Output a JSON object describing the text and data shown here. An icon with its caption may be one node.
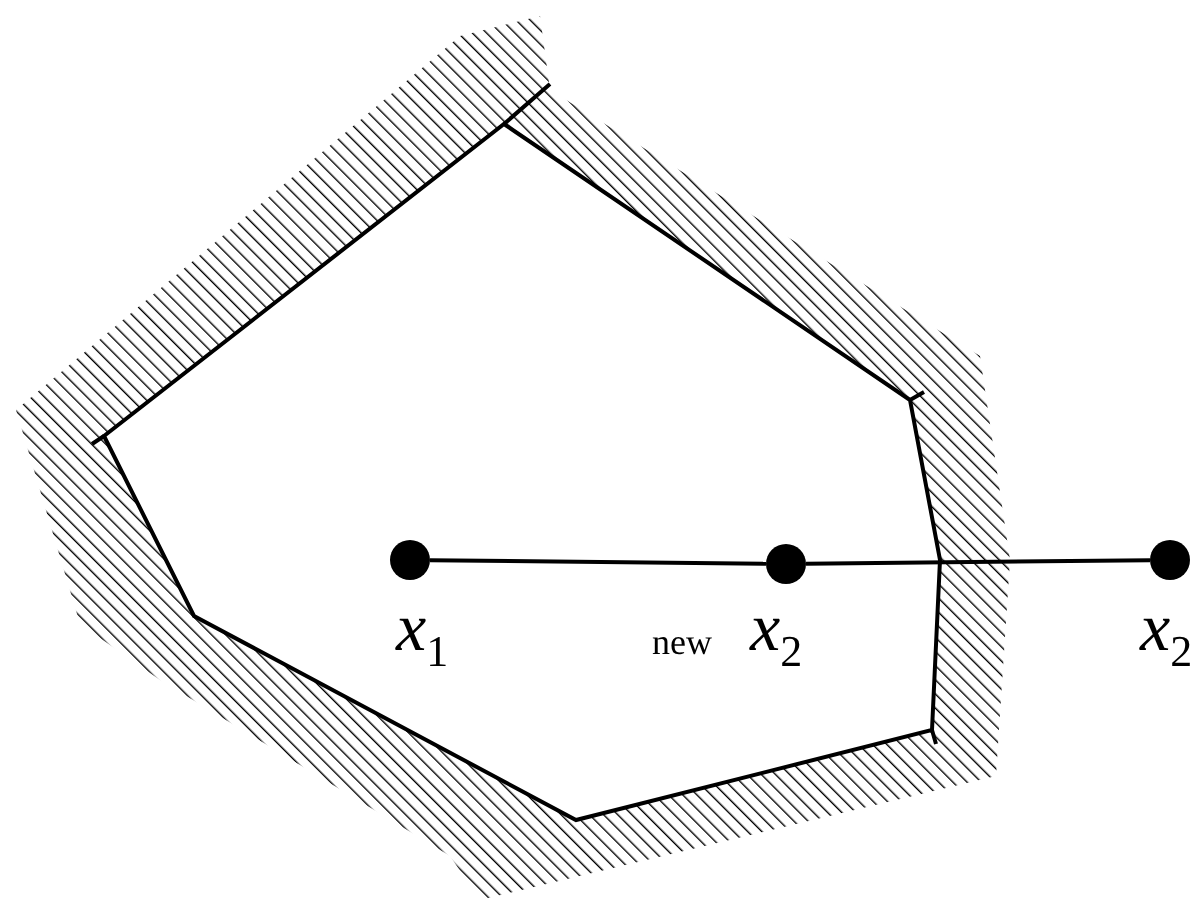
{
  "diagram": {
    "nodes": [
      {
        "text": [],
        "shape": "circle",
        "beside": [
          "*x*$_{1}$"
        ]
      },
      {
        "text": [],
        "shape": "circle",
        "beside": [
          "new",
          "*x*$_{2}$"
        ]
      },
      {
        "text": [],
        "shape": "circle",
        "beside": [
          "*x*$_{2}$"
        ]
      }
    ],
    "edges": [
      {
        "from": 0,
        "to": 1,
        "arrow": "none"
      },
      {
        "from": 1,
        "to": 2,
        "arrow": "none"
      }
    ]
  }
}
